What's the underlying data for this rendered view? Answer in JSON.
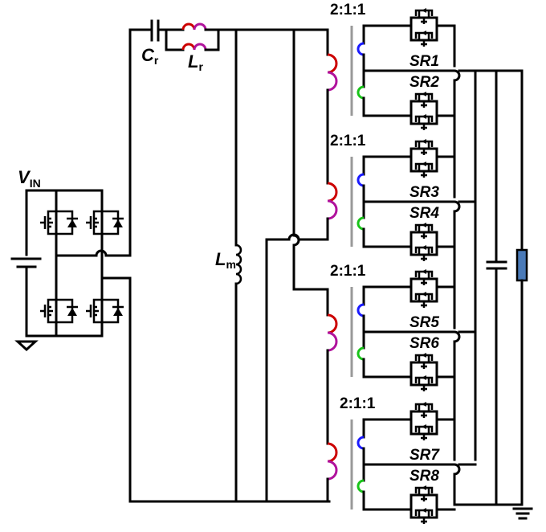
{
  "diagram": {
    "type": "circuit-schematic",
    "description": "Full-bridge LLC resonant converter with four series-connected center-tapped transformers and synchronous rectifiers"
  },
  "labels": {
    "vin": {
      "main": "V",
      "sub": "IN"
    },
    "cr": {
      "main": "C",
      "sub": "r"
    },
    "lr": {
      "main": "L",
      "sub": "r"
    },
    "lm": {
      "main": "L",
      "sub": "m"
    }
  },
  "transformers": [
    {
      "ratio": "2:1:1",
      "sr_top": "SR1",
      "sr_bottom": "SR2"
    },
    {
      "ratio": "2:1:1",
      "sr_top": "SR3",
      "sr_bottom": "SR4"
    },
    {
      "ratio": "2:1:1",
      "sr_top": "SR5",
      "sr_bottom": "SR6"
    },
    {
      "ratio": "2:1:1",
      "sr_top": "SR7",
      "sr_bottom": "SR8"
    }
  ],
  "components": {
    "input_source": "dc-voltage-source",
    "bridge": "full-bridge-mosfet",
    "output_capacitor": "capacitor",
    "load": "resistor"
  },
  "colors": {
    "primary_winding_a": "#cc0000",
    "primary_winding_b": "#b0129c",
    "secondary_top": "#1a1aff",
    "secondary_bottom": "#19c419",
    "load_fill": "#4a7ab8",
    "core": "#999999"
  }
}
